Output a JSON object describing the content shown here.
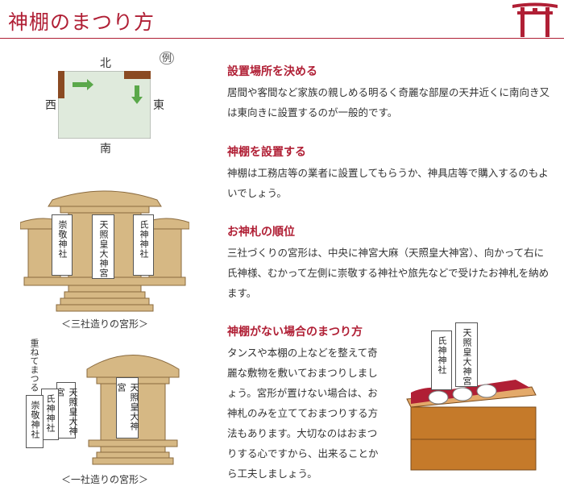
{
  "header": {
    "title": "神棚のまつり方"
  },
  "map": {
    "north": "北",
    "south": "南",
    "west": "西",
    "east": "東",
    "example": "例"
  },
  "shrines": {
    "three": {
      "left": "崇敬神社",
      "center": "天照皇大神宮",
      "right": "氏神神社",
      "caption": "＜三社造りの宮形＞"
    },
    "one": {
      "stack_note": "重ねてまつる",
      "front": "天照皇大神宮",
      "middle": "氏神神社",
      "back": "崇敬神社",
      "center": "天照皇大神宮",
      "caption": "＜一社造りの宮形＞"
    }
  },
  "sections": [
    {
      "heading": "設置場所を決める",
      "body": "居間や客間など家族の親しめる明るく奇麗な部屋の天井近くに南向き又は東向きに設置するのが一般的です。"
    },
    {
      "heading": "神棚を設置する",
      "body": "神棚は工務店等の業者に設置してもらうか、神具店等で購入するのもよいでしょう。"
    },
    {
      "heading": "お神札の順位",
      "body": "三社づくりの宮形は、中央に神宮大麻（天照皇大神宮）、向かって右に氏神様、むかって左側に崇敬する神社や旅先などで受けたお神札を納めます。"
    },
    {
      "heading": "神棚がない場合のまつり方",
      "body": "タンスや本棚の上などを整えて奇麗な敷物を敷いておまつりしましょう。宮形が置けない場合は、お神札のみを立てておまつりする方法もあります。大切なのはおまつりする心ですから、出来ることから工夫しましょう。"
    }
  ],
  "illustration": {
    "ofuda_right": "天照皇大神宮",
    "ofuda_left": "氏神神社"
  },
  "colors": {
    "accent": "#b01f35",
    "wood": "#d6b884",
    "wood_dark": "#8a6a3e",
    "room": "#dfeadc",
    "arrow": "#5aa84a",
    "chest": "#c57a2a"
  }
}
